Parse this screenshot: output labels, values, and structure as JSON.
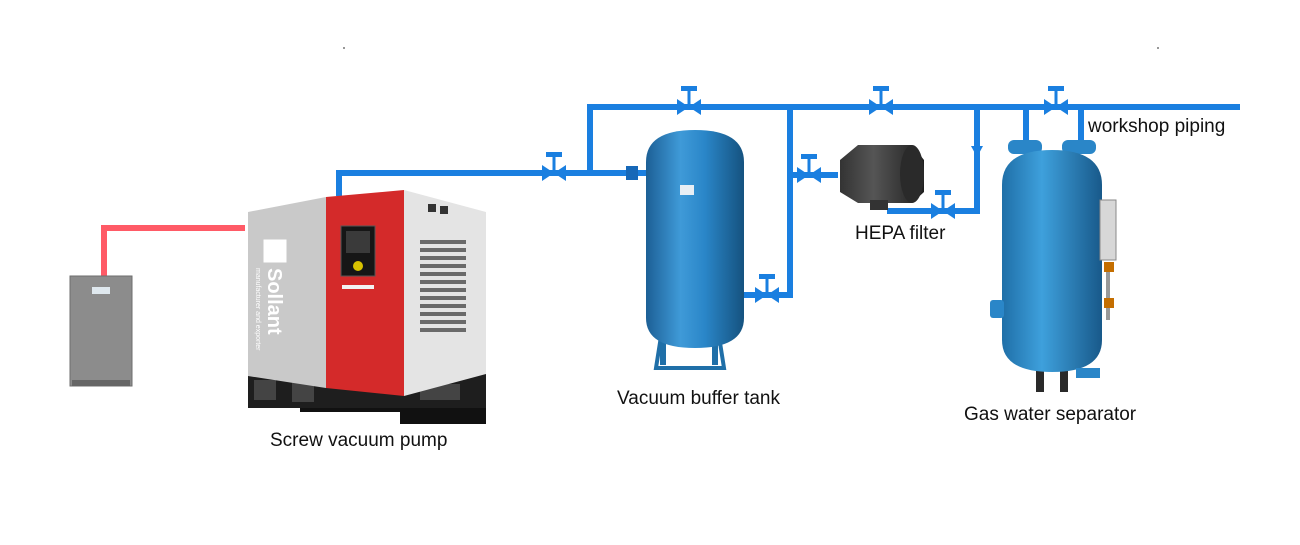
{
  "labels": {
    "pump": "Screw vacuum pump",
    "buffer_tank": "Vacuum buffer tank",
    "hepa": "HEPA filter",
    "separator": "Gas water separator",
    "piping": "workshop piping"
  },
  "pump_branding": {
    "logo_text": "Sollant",
    "tagline": "manufacturer and exporter"
  },
  "colors": {
    "pipe": "#1a7fe0",
    "power_line": "#ff5a66",
    "tank": "#2a86c8",
    "pump_red": "#d42a2a",
    "pump_grey": "#c9c9c9",
    "cabinet": "#8c8c8c"
  }
}
